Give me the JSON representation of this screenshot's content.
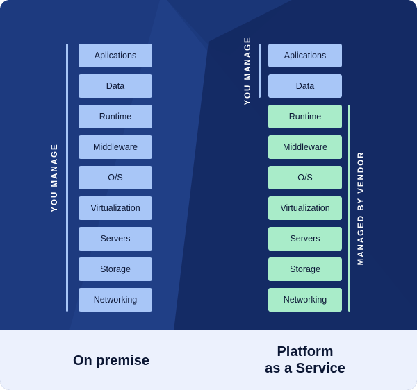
{
  "left_column": {
    "side_label": "YOU MANAGE",
    "layers": [
      "Aplications",
      "Data",
      "Runtime",
      "Middleware",
      "O/S",
      "Virtualization",
      "Servers",
      "Storage",
      "Networking"
    ],
    "footer_title": "On premise"
  },
  "right_column": {
    "top_label": "YOU MANAGE",
    "vendor_label": "MANAGED BY VENDOR",
    "layers": [
      "Aplications",
      "Data",
      "Runtime",
      "Middleware",
      "O/S",
      "Virtualization",
      "Servers",
      "Storage",
      "Networking"
    ],
    "footer_title": "Platform\nas a Service"
  },
  "colors": {
    "background": "#1c3a7e",
    "you_manage": "#a8c6f7",
    "managed_by_vendor": "#a9ecc9",
    "footer": "#ecf1fd"
  }
}
